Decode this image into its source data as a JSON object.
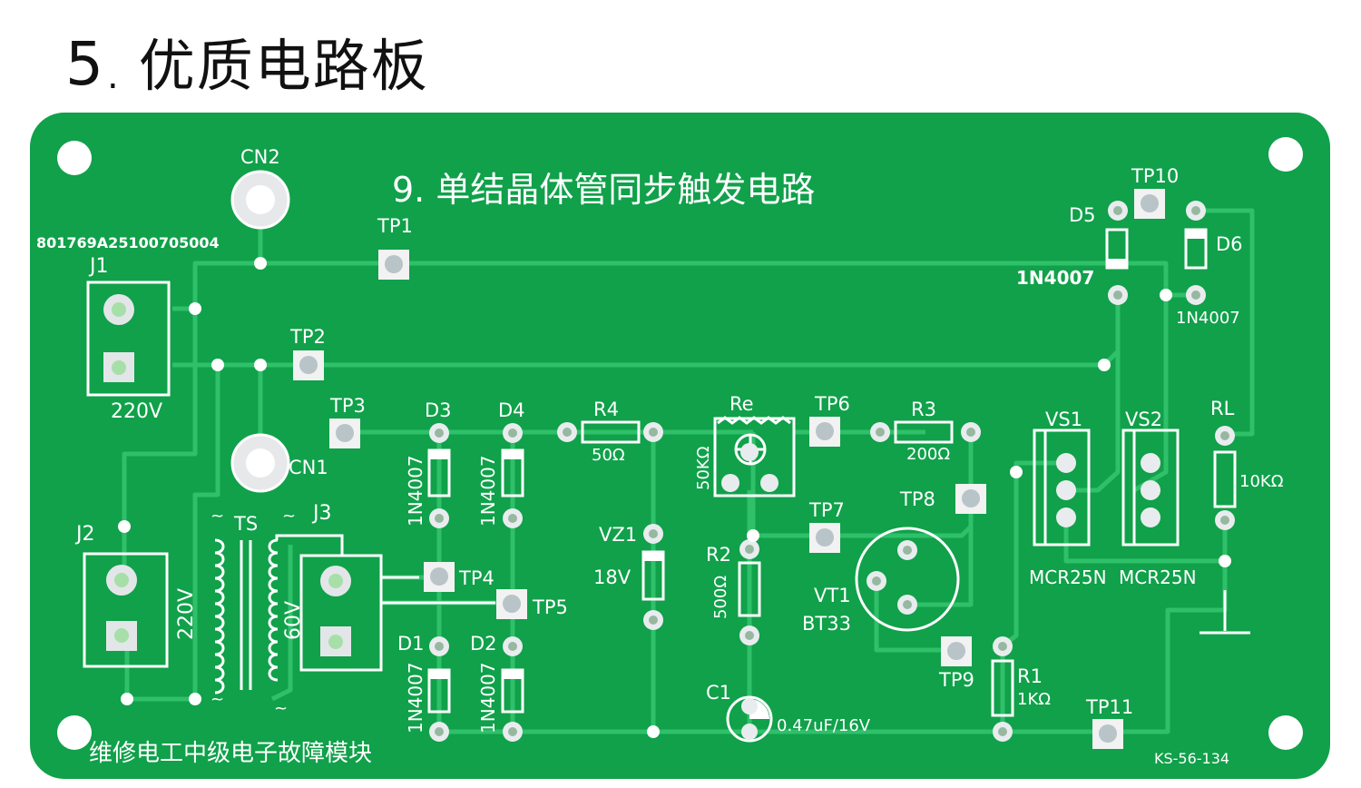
{
  "heading": {
    "number": "5",
    "dot": ".",
    "text": "优质电路板"
  },
  "board": {
    "title": "9. 单结晶体管同步触发电路",
    "serial": "801769A25100705004",
    "footer": "维修电工中级电子故障模块",
    "code": "KS-56-134",
    "colors": {
      "board": "#10a14a",
      "copper": "#1fb75a",
      "silk": "#ffffff",
      "pad": "#d9dee0",
      "hole": "#8fe39a"
    }
  },
  "labels": {
    "CN2": "CN2",
    "CN1": "CN1",
    "TP1": "TP1",
    "TP2": "TP2",
    "TP3": "TP3",
    "TP4": "TP4",
    "TP5": "TP5",
    "TP6": "TP6",
    "TP7": "TP7",
    "TP8": "TP8",
    "TP9": "TP9",
    "TP10": "TP10",
    "TP11": "TP11",
    "J1": "J1",
    "J2": "J2",
    "J3": "J3",
    "J1v": "220V",
    "J2v": "220V",
    "J3v": "60V",
    "TS": "TS",
    "D1": "D1",
    "D2": "D2",
    "D3": "D3",
    "D4": "D4",
    "D5": "D5",
    "D6": "D6",
    "d1p": "1N4007",
    "d2p": "1N4007",
    "d3p": "1N4007",
    "d4p": "1N4007",
    "d5p": "1N4007",
    "d6p": "1N4007",
    "R4": "R4",
    "R4v": "50Ω",
    "Re": "Re",
    "Rev": "50KΩ",
    "R3": "R3",
    "R3v": "200Ω",
    "R2": "R2",
    "R2v": "500Ω",
    "R1": "R1",
    "R1v": "1KΩ",
    "RL": "RL",
    "RLv": "10KΩ",
    "VZ1": "VZ1",
    "VZ1v": "18V",
    "C1": "C1",
    "C1v": "0.47uF/16V",
    "VT1": "VT1",
    "VT1v": "BT33",
    "VS1": "VS1",
    "VS2": "VS2",
    "vs1p": "MCR25N",
    "vs2p": "MCR25N",
    "tilde": "~"
  }
}
